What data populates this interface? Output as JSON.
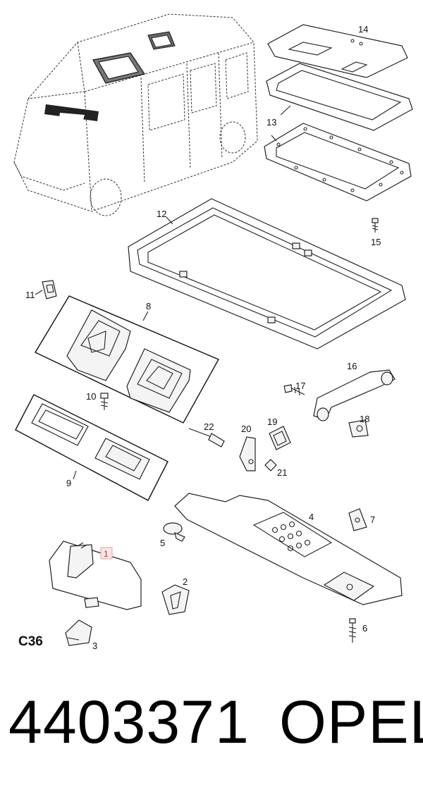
{
  "diagram": {
    "callouts": {
      "p1": "1",
      "p2": "2",
      "p3": "3",
      "p4": "4",
      "p5": "5",
      "p6": "6",
      "p7": "7",
      "p8": "8",
      "p9": "9",
      "p10": "10",
      "p11": "11",
      "p12": "12",
      "p13": "13",
      "p14": "14",
      "p15": "15",
      "p16": "16",
      "p17": "17",
      "p18": "18",
      "p19": "19",
      "p20": "20",
      "p21": "21",
      "p22": "22"
    },
    "section_code": "C36",
    "highlight_color": "#e8a0a0"
  },
  "footer": {
    "part_number": "4403371",
    "brand": "OPEL"
  }
}
